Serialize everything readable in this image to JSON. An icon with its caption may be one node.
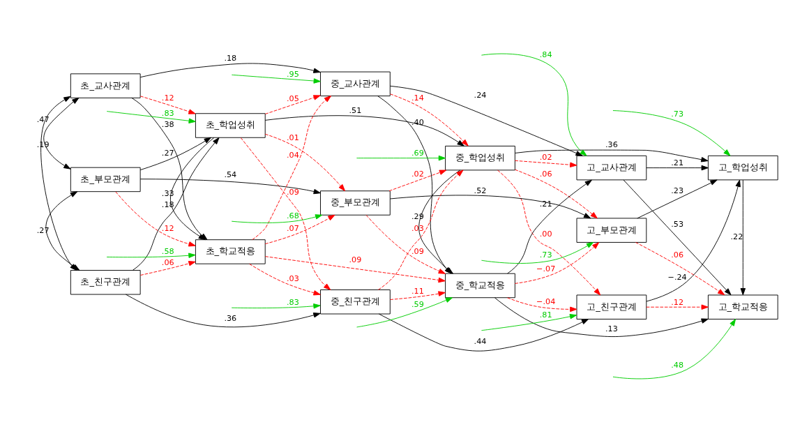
{
  "diagram": {
    "nodes": [
      {
        "text": [
          "초_학업성취"
        ]
      },
      {
        "text": [
          "초_부모관계"
        ]
      },
      {
        "text": [
          "초_교사관계"
        ]
      },
      {
        "text": [
          "초_친구관계"
        ]
      },
      {
        "text": [
          "초_학교적응"
        ]
      },
      {
        "text": [
          "중_학업성취"
        ]
      },
      {
        "text": [
          "중_부모관계"
        ]
      },
      {
        "text": [
          "중_교사관계"
        ]
      },
      {
        "text": [
          "중_친구관계"
        ]
      },
      {
        "text": [
          "중_학교적응"
        ]
      },
      {
        "text": [
          "고_학업성취"
        ]
      },
      {
        "text": [
          "고_부모관계"
        ]
      },
      {
        "text": [
          "고_교사관계"
        ]
      },
      {
        "text": [
          "고_친구관계"
        ]
      },
      {
        "text": [
          "고_학교적응"
        ]
      }
    ],
    "edges": [
      {
        "from": 1,
        "to": 2,
        "arrow": "both",
        "label": ".19"
      },
      {
        "from": 2,
        "to": 3,
        "arrow": "both",
        "label": ".47"
      },
      {
        "from": 1,
        "to": 3,
        "arrow": "both",
        "label": ".27"
      },
      {
        "from": 1,
        "to": 0,
        "arrow": "to",
        "label": ".27"
      },
      {
        "from": 2,
        "to": 0,
        "arrow": "to",
        "label": ".12",
        "style": "dashed",
        "color": "#ff0000"
      },
      {
        "from": 3,
        "to": 0,
        "arrow": "to",
        "label": ".18"
      },
      {
        "from": 1,
        "to": 4,
        "arrow": "to",
        "label": ".12",
        "style": "dashed",
        "color": "#ff0000"
      },
      {
        "from": 2,
        "to": 4,
        "arrow": "to",
        "label": ".38"
      },
      {
        "from": 3,
        "to": 4,
        "arrow": "to",
        "label": ".06",
        "style": "dashed",
        "color": "#ff0000"
      },
      {
        "from": 0,
        "to": 4,
        "arrow": "to",
        "label": ".33"
      },
      {
        "from": 0,
        "to": 5,
        "arrow": "to",
        "label": ".51"
      },
      {
        "from": 0,
        "to": 6,
        "arrow": "to",
        "label": ".01",
        "style": "dashed",
        "color": "#ff0000"
      },
      {
        "from": 0,
        "to": 7,
        "arrow": "to",
        "label": ".05",
        "style": "dashed",
        "color": "#ff0000"
      },
      {
        "from": 0,
        "to": 8,
        "arrow": "to",
        "label": ".09",
        "style": "dashed",
        "color": "#ff0000"
      },
      {
        "from": 1,
        "to": 6,
        "arrow": "to",
        "label": ".54"
      },
      {
        "from": 2,
        "to": 7,
        "arrow": "to",
        "label": ".18"
      },
      {
        "from": 3,
        "to": 8,
        "arrow": "to",
        "label": ".36"
      },
      {
        "from": 4,
        "to": 6,
        "arrow": "to",
        "label": ".07",
        "style": "dashed",
        "color": "#ff0000"
      },
      {
        "from": 4,
        "to": 7,
        "arrow": "to",
        "label": ".04",
        "style": "dashed",
        "color": "#ff0000"
      },
      {
        "from": 4,
        "to": 8,
        "arrow": "to",
        "label": ".03",
        "style": "dashed",
        "color": "#ff0000"
      },
      {
        "from": 4,
        "to": 9,
        "arrow": "to",
        "label": ".09",
        "style": "dashed",
        "color": "#ff0000"
      },
      {
        "from": 6,
        "to": 5,
        "arrow": "to",
        "label": ".02",
        "style": "dashed",
        "color": "#ff0000"
      },
      {
        "from": 7,
        "to": 5,
        "arrow": "to",
        "label": ".14",
        "style": "dashed",
        "color": "#ff0000"
      },
      {
        "from": 8,
        "to": 5,
        "arrow": "to",
        "label": ".03",
        "style": "dashed",
        "color": "#ff0000"
      },
      {
        "from": 6,
        "to": 9,
        "arrow": "to",
        "label": ".09",
        "style": "dashed",
        "color": "#ff0000"
      },
      {
        "from": 7,
        "to": 9,
        "arrow": "to",
        "label": ".40"
      },
      {
        "from": 8,
        "to": 9,
        "arrow": "to",
        "label": ".11",
        "style": "dashed",
        "color": "#ff0000"
      },
      {
        "from": 5,
        "to": 9,
        "arrow": "to",
        "label": ".29"
      },
      {
        "from": 5,
        "to": 10,
        "arrow": "to",
        "label": ".36"
      },
      {
        "from": 5,
        "to": 11,
        "arrow": "to",
        "label": ".06",
        "style": "dashed",
        "color": "#ff0000"
      },
      {
        "from": 5,
        "to": 12,
        "arrow": "to",
        "label": ".02",
        "style": "dashed",
        "color": "#ff0000"
      },
      {
        "from": 5,
        "to": 13,
        "arrow": "to",
        "label": ".00",
        "style": "dashed",
        "color": "#ff0000"
      },
      {
        "from": 6,
        "to": 11,
        "arrow": "to",
        "label": ".52"
      },
      {
        "from": 7,
        "to": 12,
        "arrow": "to",
        "label": ".24"
      },
      {
        "from": 8,
        "to": 13,
        "arrow": "to",
        "label": ".44"
      },
      {
        "from": 9,
        "to": 11,
        "arrow": "to",
        "label": "−.07",
        "style": "dashed",
        "color": "#ff0000"
      },
      {
        "from": 9,
        "to": 12,
        "arrow": "to",
        "label": ".21"
      },
      {
        "from": 9,
        "to": 13,
        "arrow": "to",
        "label": "−.04",
        "style": "dashed",
        "color": "#ff0000"
      },
      {
        "from": 9,
        "to": 14,
        "arrow": "to",
        "label": ".13"
      },
      {
        "from": 11,
        "to": 10,
        "arrow": "to",
        "label": ".23"
      },
      {
        "from": 12,
        "to": 10,
        "arrow": "to",
        "label": ".21"
      },
      {
        "from": 13,
        "to": 10,
        "arrow": "to",
        "label": "−.24"
      },
      {
        "from": 11,
        "to": 14,
        "arrow": "to",
        "label": ".06",
        "style": "dashed",
        "color": "#ff0000"
      },
      {
        "from": 12,
        "to": 14,
        "arrow": "to",
        "label": ".53"
      },
      {
        "from": 13,
        "to": 14,
        "arrow": "to",
        "label": ".12",
        "style": "dashed",
        "color": "#ff0000"
      },
      {
        "from": 10,
        "to": 14,
        "arrow": "to",
        "label": ".22"
      },
      {
        "from": null,
        "to": 0,
        "arrow": "to",
        "label": ".83",
        "color": "#00cc00"
      },
      {
        "from": null,
        "to": 5,
        "arrow": "to",
        "label": ".69",
        "color": "#00cc00"
      },
      {
        "from": null,
        "to": 10,
        "arrow": "to",
        "label": ".73",
        "color": "#00cc00"
      },
      {
        "from": null,
        "to": 6,
        "arrow": "to",
        "label": ".68",
        "color": "#00cc00"
      },
      {
        "from": null,
        "to": 11,
        "arrow": "to",
        "label": ".73",
        "color": "#00cc00"
      },
      {
        "from": null,
        "to": 7,
        "arrow": "to",
        "label": ".95",
        "color": "#00cc00"
      },
      {
        "from": null,
        "to": 12,
        "arrow": "to",
        "label": ".84",
        "color": "#00cc00"
      },
      {
        "from": null,
        "to": 8,
        "arrow": "to",
        "label": ".83",
        "color": "#00cc00"
      },
      {
        "from": null,
        "to": 13,
        "arrow": "to",
        "label": ".81",
        "color": "#00cc00"
      },
      {
        "from": null,
        "to": 4,
        "arrow": "to",
        "label": ".58",
        "color": "#00cc00"
      },
      {
        "from": null,
        "to": 9,
        "arrow": "to",
        "label": ".59",
        "color": "#00cc00"
      },
      {
        "from": null,
        "to": 14,
        "arrow": "to",
        "label": ".48",
        "color": "#00cc00"
      }
    ]
  }
}
